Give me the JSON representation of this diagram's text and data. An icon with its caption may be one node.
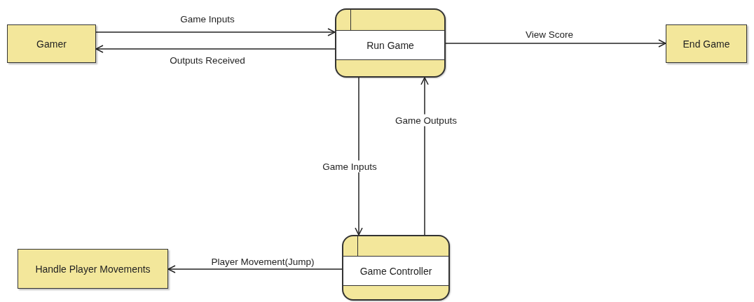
{
  "diagram": {
    "nodes": [
      {
        "text": [
          "Gamer"
        ]
      },
      {
        "text": [
          "Run Game"
        ]
      },
      {
        "text": [
          "End Game"
        ]
      },
      {
        "text": [
          "Game Controller"
        ]
      },
      {
        "text": [
          "Handle Player Movements"
        ]
      }
    ],
    "edges": [
      {
        "from": 0,
        "to": 1,
        "arrow": "to",
        "label": "Game Inputs"
      },
      {
        "from": 1,
        "to": 0,
        "arrow": "to",
        "label": "Outputs Received"
      },
      {
        "from": 1,
        "to": 2,
        "arrow": "to",
        "label": "View Score"
      },
      {
        "from": 1,
        "to": 3,
        "arrow": "to",
        "label": "Game Inputs"
      },
      {
        "from": 3,
        "to": 1,
        "arrow": "to",
        "label": "Game Outputs"
      },
      {
        "from": 3,
        "to": 4,
        "arrow": "to",
        "label": "Player Movement(Jump)"
      }
    ]
  }
}
